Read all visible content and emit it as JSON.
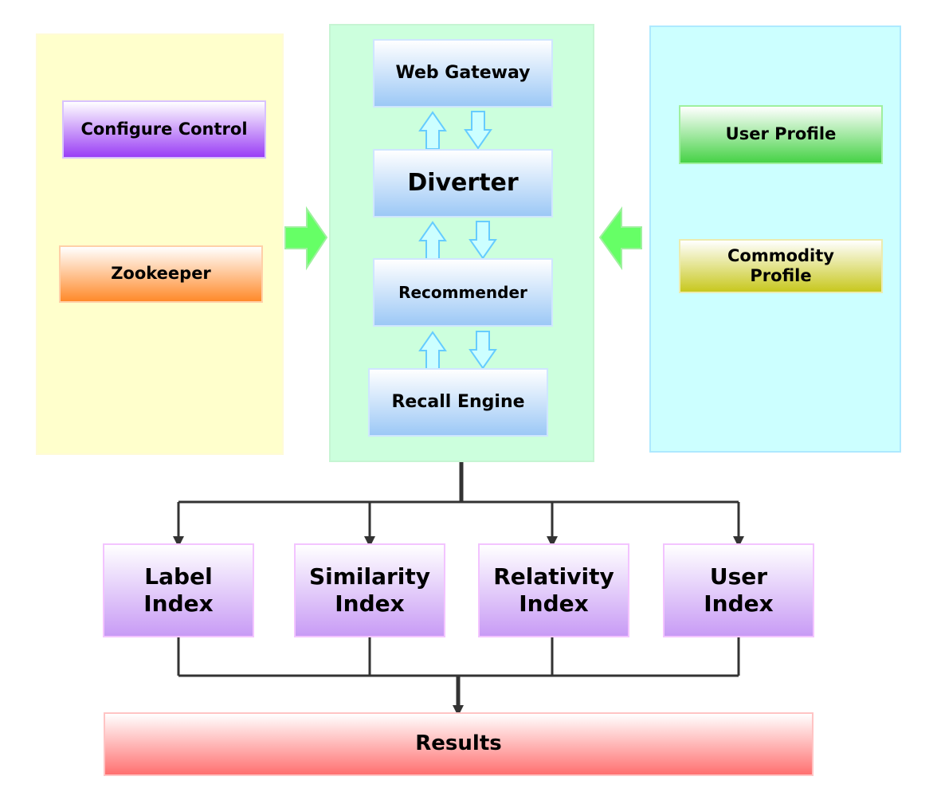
{
  "left_panel": {
    "configure_control": "Configure Control",
    "zookeeper": "Zookeeper"
  },
  "center_panel": {
    "web_gateway": "Web Gateway",
    "diverter": "Diverter",
    "recommender": "Recommender",
    "recall_engine": "Recall Engine"
  },
  "right_panel": {
    "user_profile": "User Profile",
    "commodity_profile": {
      "line1": "Commodity",
      "line2": "Profile"
    }
  },
  "indexes": {
    "label": {
      "line1": "Label",
      "line2": "Index"
    },
    "similarity": {
      "line1": "Similarity",
      "line2": "Index"
    },
    "relativity": {
      "line1": "Relativity",
      "line2": "Index"
    },
    "user": {
      "line1": "User",
      "line2": "Index"
    }
  },
  "results": "Results",
  "colors": {
    "left_panel": "#ffffcc",
    "center_panel": "#ccffdd",
    "right_panel": "#ccffff",
    "side_arrow": "#66ff66",
    "flow_arrow": "#ccffff",
    "connector": "#333333"
  }
}
